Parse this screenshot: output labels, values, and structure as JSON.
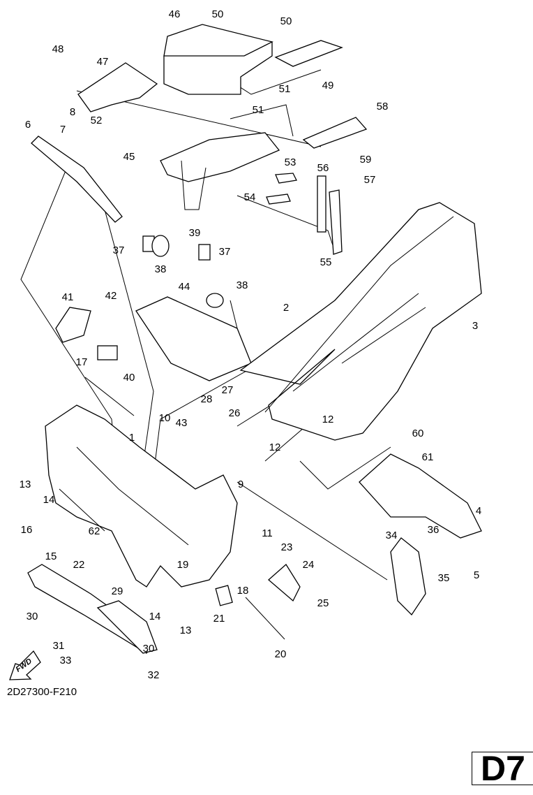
{
  "diagram": {
    "drawing_code": "2D27300-F210",
    "page_id": "D7",
    "fwd_label": "FWD",
    "callouts": [
      "46",
      "50",
      "50",
      "48",
      "47",
      "49",
      "51",
      "51",
      "58",
      "8",
      "52",
      "6",
      "7",
      "59",
      "45",
      "53",
      "56",
      "57",
      "54",
      "39",
      "37",
      "37",
      "55",
      "38",
      "38",
      "44",
      "41",
      "42",
      "2",
      "3",
      "17",
      "40",
      "27",
      "28",
      "26",
      "10",
      "43",
      "12",
      "60",
      "12",
      "61",
      "1",
      "13",
      "9",
      "14",
      "4",
      "16",
      "11",
      "23",
      "34",
      "36",
      "62",
      "15",
      "22",
      "19",
      "24",
      "35",
      "5",
      "18",
      "25",
      "29",
      "30",
      "14",
      "13",
      "21",
      "31",
      "30",
      "20",
      "33",
      "32"
    ]
  }
}
